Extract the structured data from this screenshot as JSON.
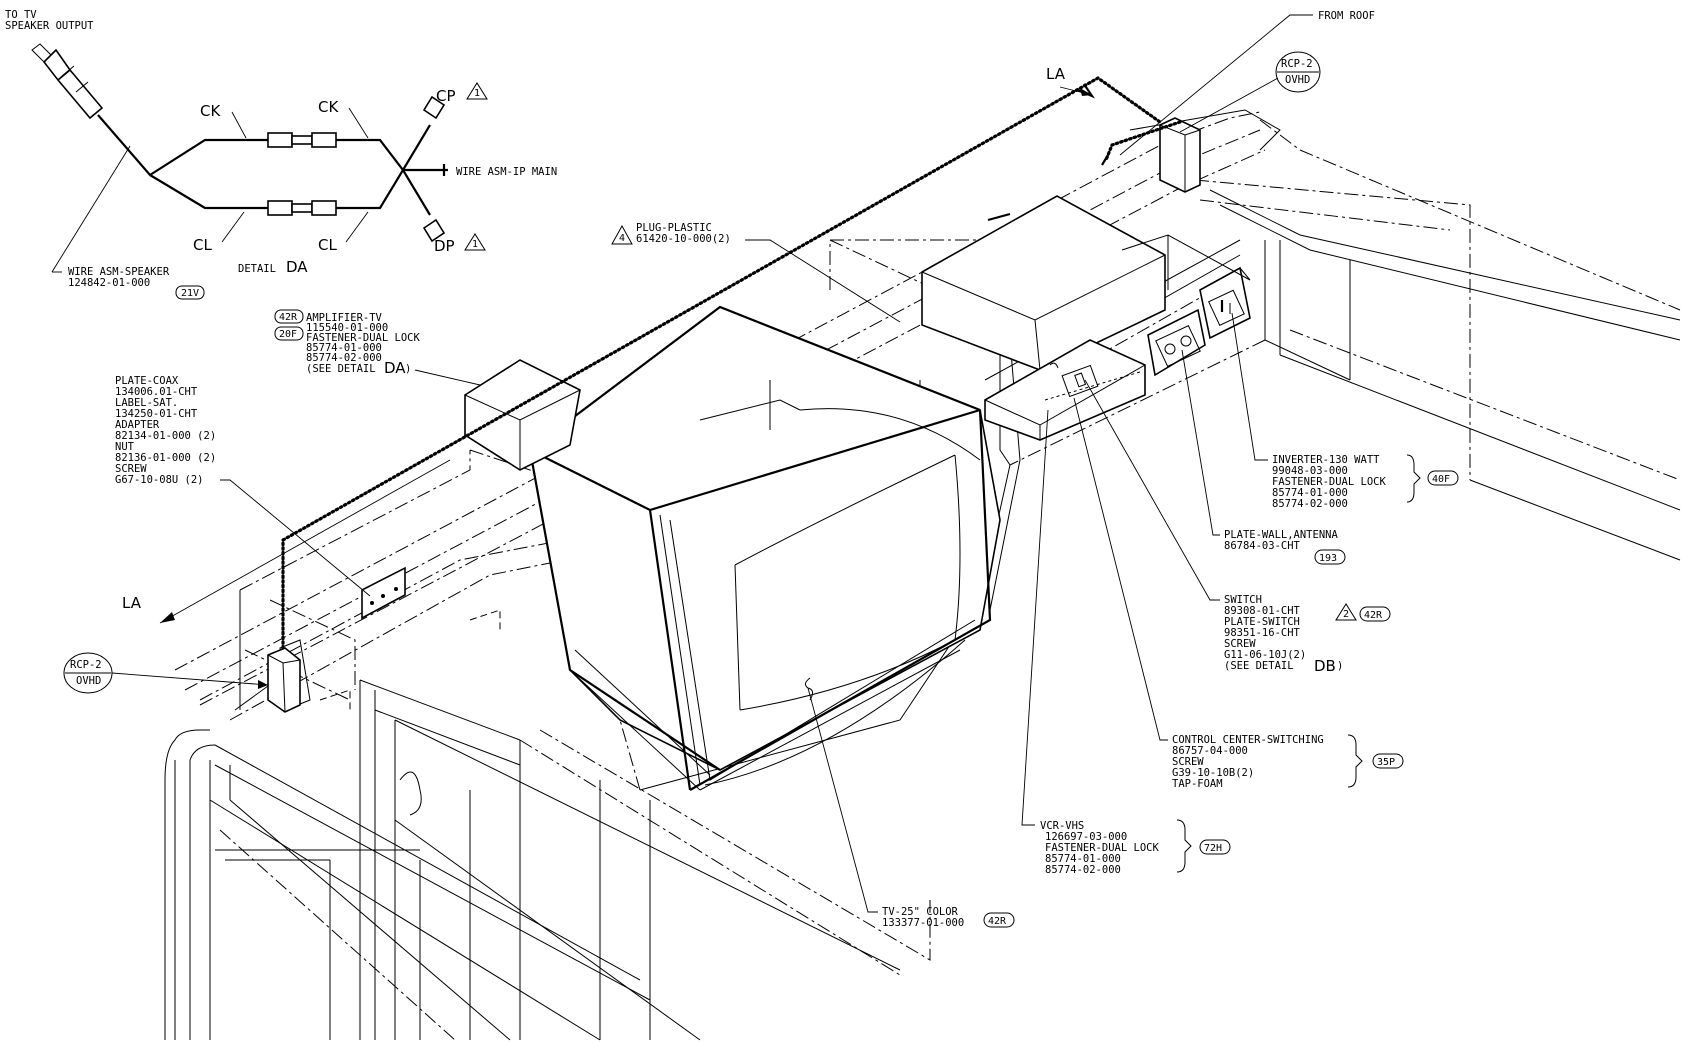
{
  "detail_da": {
    "to_tv": [
      "TO TV",
      "SPEAKER OUTPUT"
    ],
    "ck": "CK",
    "cl": "CL",
    "cp": "CP",
    "dp": "DP",
    "wire_ip": "WIRE ASM-IP MAIN",
    "detail_label": "DETAIL",
    "detail_id": "DA",
    "speaker": [
      "WIRE ASM-SPEAKER",
      "124842-01-000"
    ],
    "speaker_tag": "21V",
    "note_1": "1"
  },
  "roof": {
    "from_roof": "FROM ROOF",
    "la": "LA",
    "rcp": "RCP-2",
    "ovhd": "OVHD"
  },
  "plug": {
    "note": "4",
    "lines": [
      "PLUG-PLASTIC",
      "61420-10-000(2)"
    ]
  },
  "amplifier": {
    "tag1": "42R",
    "tag2": "20F",
    "lines": [
      "AMPLIFIER-TV",
      "115540-01-000",
      "FASTENER-DUAL LOCK",
      "85774-01-000",
      "85774-02-000",
      "(SEE DETAIL "
    ],
    "detail_ref": "DA"
  },
  "coax": {
    "lines": [
      "PLATE-COAX",
      "134006.01-CHT",
      "LABEL-SAT.",
      "134250-01-CHT",
      "ADAPTER",
      "82134-01-000 (2)",
      "NUT",
      "82136-01-000 (2)",
      "SCREW",
      "G67-10-08U (2)"
    ]
  },
  "inverter": {
    "lines": [
      "INVERTER-130 WATT",
      "99048-03-000",
      "FASTENER-DUAL LOCK",
      "85774-01-000",
      "85774-02-000"
    ],
    "tag": "40F"
  },
  "antenna": {
    "lines": [
      "PLATE-WALL,ANTENNA",
      "86784-03-CHT"
    ],
    "tag": "193"
  },
  "switch": {
    "lines": [
      "SWITCH",
      "89308-01-CHT",
      "PLATE-SWITCH",
      "98351-16-CHT",
      "SCREW",
      "G11-06-10J(2)",
      "(SEE DETAIL "
    ],
    "detail_ref": "DB",
    "detail_close": ")",
    "note": "2",
    "tag": "42R"
  },
  "control": {
    "lines": [
      "CONTROL CENTER-SWITCHING",
      "86757-04-000",
      "SCREW",
      "G39-10-10B(2)",
      "TAP-FOAM"
    ],
    "tag": "35P"
  },
  "vcr": {
    "lines": [
      "VCR-VHS",
      "126697-03-000",
      "FASTENER-DUAL LOCK",
      "85774-01-000",
      "85774-02-000"
    ],
    "tag": "72H"
  },
  "tv": {
    "lines": [
      "TV-25\" COLOR",
      "133377-01-000"
    ],
    "tag": "42R"
  }
}
